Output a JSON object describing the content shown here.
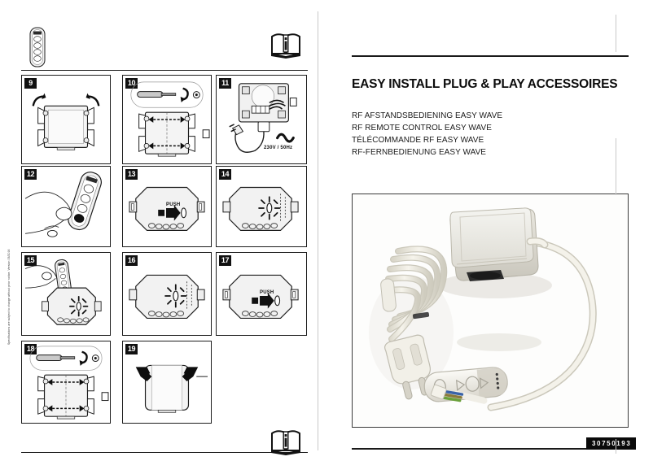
{
  "document": {
    "side_note": "Specifications are subject to change without prior notice. Version 05/2016",
    "article_number": "30750193"
  },
  "right_page": {
    "title": "EASY INSTALL PLUG & PLAY ACCESSOIRES",
    "subtitles": [
      "RF AFSTANDSBEDIENING EASY WAVE",
      "RF REMOTE CONTROL EASY WAVE",
      "TÉLÉCOMMANDE RF EASY WAVE",
      "RF-FERNBEDIENUNG EASY WAVE"
    ],
    "photo_caption": "",
    "photo_items": [
      "receiver-box",
      "power-cable-with-eu-plug",
      "rf-remote-control"
    ]
  },
  "left_page": {
    "info_icon_label": "i",
    "steps": [
      {
        "num": "9",
        "caption": "",
        "icon": "mount-brackets-rotate"
      },
      {
        "num": "10",
        "caption": "",
        "icon": "screwdriver-tighten"
      },
      {
        "num": "11",
        "caption": "230V / 50Hz",
        "icon": "wiring-mains-plug"
      },
      {
        "num": "12",
        "caption": "",
        "icon": "hand-press-remote-button"
      },
      {
        "num": "13",
        "caption": "PUSH",
        "icon": "receiver-push-button"
      },
      {
        "num": "14",
        "caption": "",
        "icon": "receiver-led-blink"
      },
      {
        "num": "15",
        "caption": "",
        "icon": "hand-remote-near-receiver"
      },
      {
        "num": "16",
        "caption": "",
        "icon": "receiver-led-blink-confirm"
      },
      {
        "num": "17",
        "caption": "PUSH",
        "icon": "receiver-push-button"
      },
      {
        "num": "18",
        "caption": "",
        "icon": "screwdriver-loosen"
      },
      {
        "num": "19",
        "caption": "",
        "icon": "cover-snap-on"
      }
    ]
  }
}
